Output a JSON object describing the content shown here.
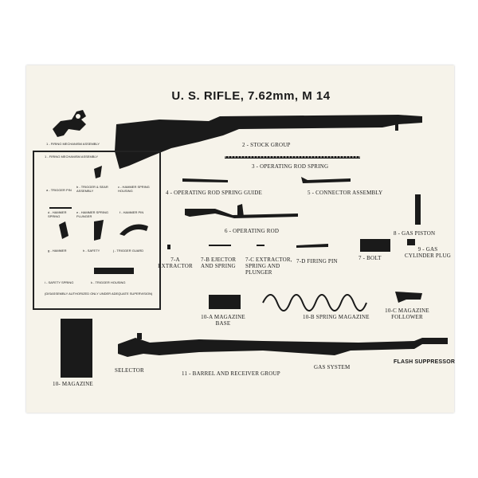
{
  "title": "U. S. RIFLE, 7.62mm, M 14",
  "parts": {
    "p1": "1 - FIRING MECHANISM ASSEMBLY",
    "p1_box": "1 - FIRING MECHANISM ASSEMBLY",
    "p1a": "a - TRIGGER PIN",
    "p1b": "b - TRIGGER & SEAR ASSEMBLY",
    "p1c": "c - HAMMER SPRING HOUSING",
    "p1d": "d - HAMMER SPRING",
    "p1e": "e - HAMMER SPRING PLUNGER",
    "p1f": "f - HAMMER PIN",
    "p1g": "g - HAMMER",
    "p1h": "h - SAFETY",
    "p1j": "j - TRIGGER GUARD",
    "p1i": "i - SAFETY SPRING",
    "p1k": "k - TRIGGER HOUSING",
    "disclaimer": "(DISASSEMBLY AUTHORIZED ONLY UNDER ADEQUATE SUPERVISION)",
    "p2": "2 - STOCK GROUP",
    "p3": "3 - OPERATING ROD SPRING",
    "p4": "4 - OPERATING ROD SPRING GUIDE",
    "p5": "5 - CONNECTOR ASSEMBLY",
    "p6": "6 - OPERATING ROD",
    "p7a": "7-A EXTRACTOR",
    "p7b": "7-B EJECTOR AND SPRING",
    "p7c": "7-C EXTRACTOR, SPRING AND PLUNGER",
    "p7d": "7-D FIRING PIN",
    "p7": "7 - BOLT",
    "p8": "8 - GAS PISTON",
    "p9": "9 - GAS CYLINDER PLUG",
    "p10a": "10-A MAGAZINE BASE",
    "p10b": "10-B SPRING MAGAZINE",
    "p10c": "10-C MAGAZINE FOLLOWER",
    "p10": "10- MAGAZINE",
    "selector": "SELECTOR",
    "p11": "11 - BARREL AND RECEIVER GROUP",
    "gas_system": "GAS SYSTEM",
    "flash": "FLASH SUPPRESSOR"
  },
  "colors": {
    "sheet": "#f6f3ea",
    "ink": "#1a1a1a"
  }
}
